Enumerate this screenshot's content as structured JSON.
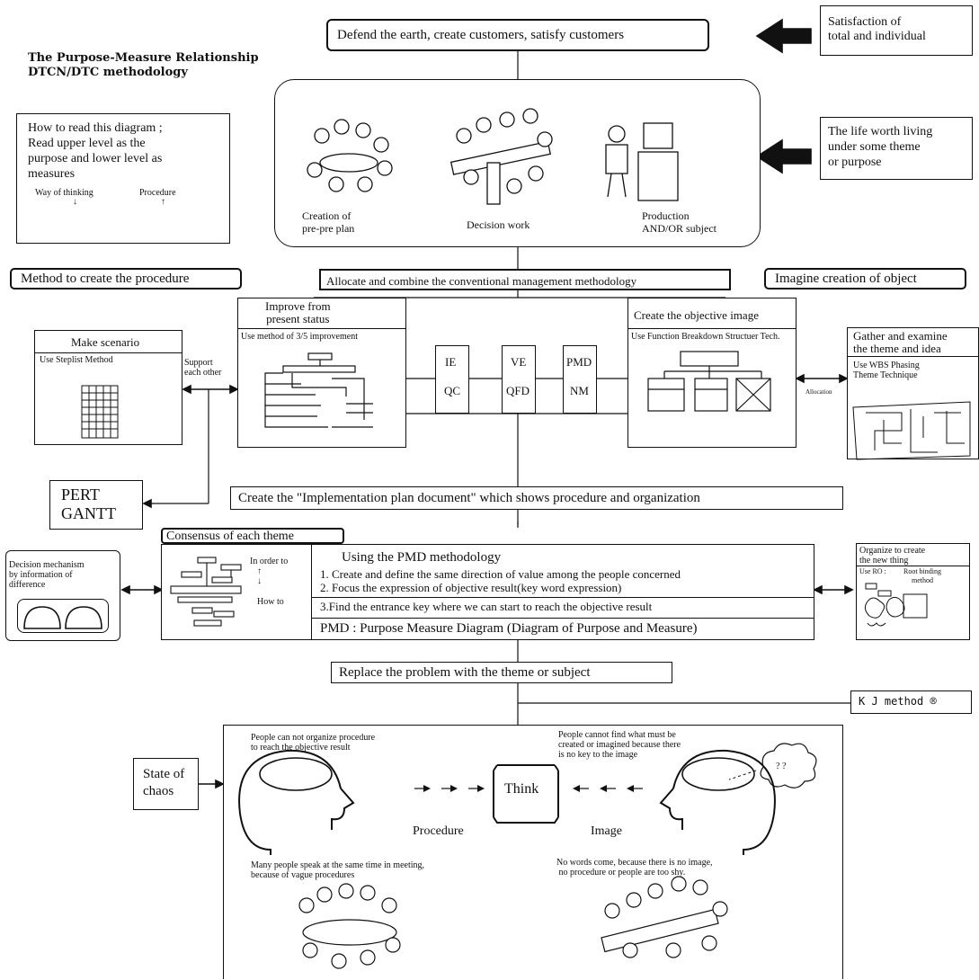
{
  "title_lines": [
    "The Purpose-Measure Relationship",
    "DTCN/DTC methodology"
  ],
  "top_box": "Defend the earth, create customers, satisfy customers",
  "satisfaction": "Satisfaction of\ntotal and individual",
  "life_worth": "The life worth living\nunder some theme\nor purpose",
  "how_to_read": {
    "text": "How to read this diagram ;\nRead upper level as the\npurpose and lower level as\nmeasures",
    "left_label": "Way of thinking",
    "right_label": "Procedure"
  },
  "stages": {
    "creation": "Creation of\npre-pre plan",
    "decision": "Decision work",
    "production": "Production\nAND/OR subject"
  },
  "allocate_box": "Allocate and combine the conventional management methodology",
  "method_box": "Method to create the procedure",
  "imagine_box": "Imagine creation of object",
  "improve": {
    "title": "Improve from\npresent status",
    "sub": "Use method of 3/5 improvement"
  },
  "mid_boxes": [
    {
      "top": "IE",
      "bottom": "QC"
    },
    {
      "top": "VE",
      "bottom": "QFD"
    },
    {
      "top": "PMD",
      "bottom": "NM"
    }
  ],
  "objective": {
    "title": "Create the objective image",
    "sub": "Use Function Breakdown Structuer Tech."
  },
  "scenario": {
    "title": "Make scenario",
    "sub": "Use Steplist Method"
  },
  "support_label": "Support\neach other",
  "gather": {
    "title": "Gather and examine\nthe theme and idea",
    "sub": "Use WBS Phasing\nTheme Technique",
    "allocation": "Allocation"
  },
  "pert": "PERT\nGANTT",
  "implementation": "Create the \"Implementation plan document\" which shows procedure and organization",
  "consensus": "Consensus of each theme",
  "decision_mech": "Decision mechanism\nby information of\ndifference",
  "pmd_block": {
    "in_order_to": "In order to",
    "how_to": "How to",
    "heading": "Using the PMD methodology",
    "items": [
      "1. Create and define the same direction of value among the people concerned",
      "2. Focus the expression of objective result(key word expression)",
      "3.Find the entrance key where we can start to reach the objective result"
    ],
    "footer": "PMD : Purpose Measure Diagram (Diagram of Purpose and Measure)"
  },
  "organize": {
    "title": "Organize to create\nthe new thing",
    "sub_left": "Use RO :",
    "sub_right": "Root binding\nmethod"
  },
  "replace": "Replace the problem with the theme or subject",
  "kj": "K J method ®",
  "chaos": "State of\nchaos",
  "bottom": {
    "left_top": "People can not organize procedure\nto reach the objective result",
    "right_top": "People cannot find what must be\ncreated or imagined because there\nis no key to the image",
    "think": "Think",
    "procedure": "Procedure",
    "image": "Image",
    "cloud": "? ?",
    "left_bottom": "Many people speak at the same time in meeting,\nbecause of vague procedures",
    "right_bottom": "No words come, because there is no image,\n no procedure or people are too shy."
  }
}
